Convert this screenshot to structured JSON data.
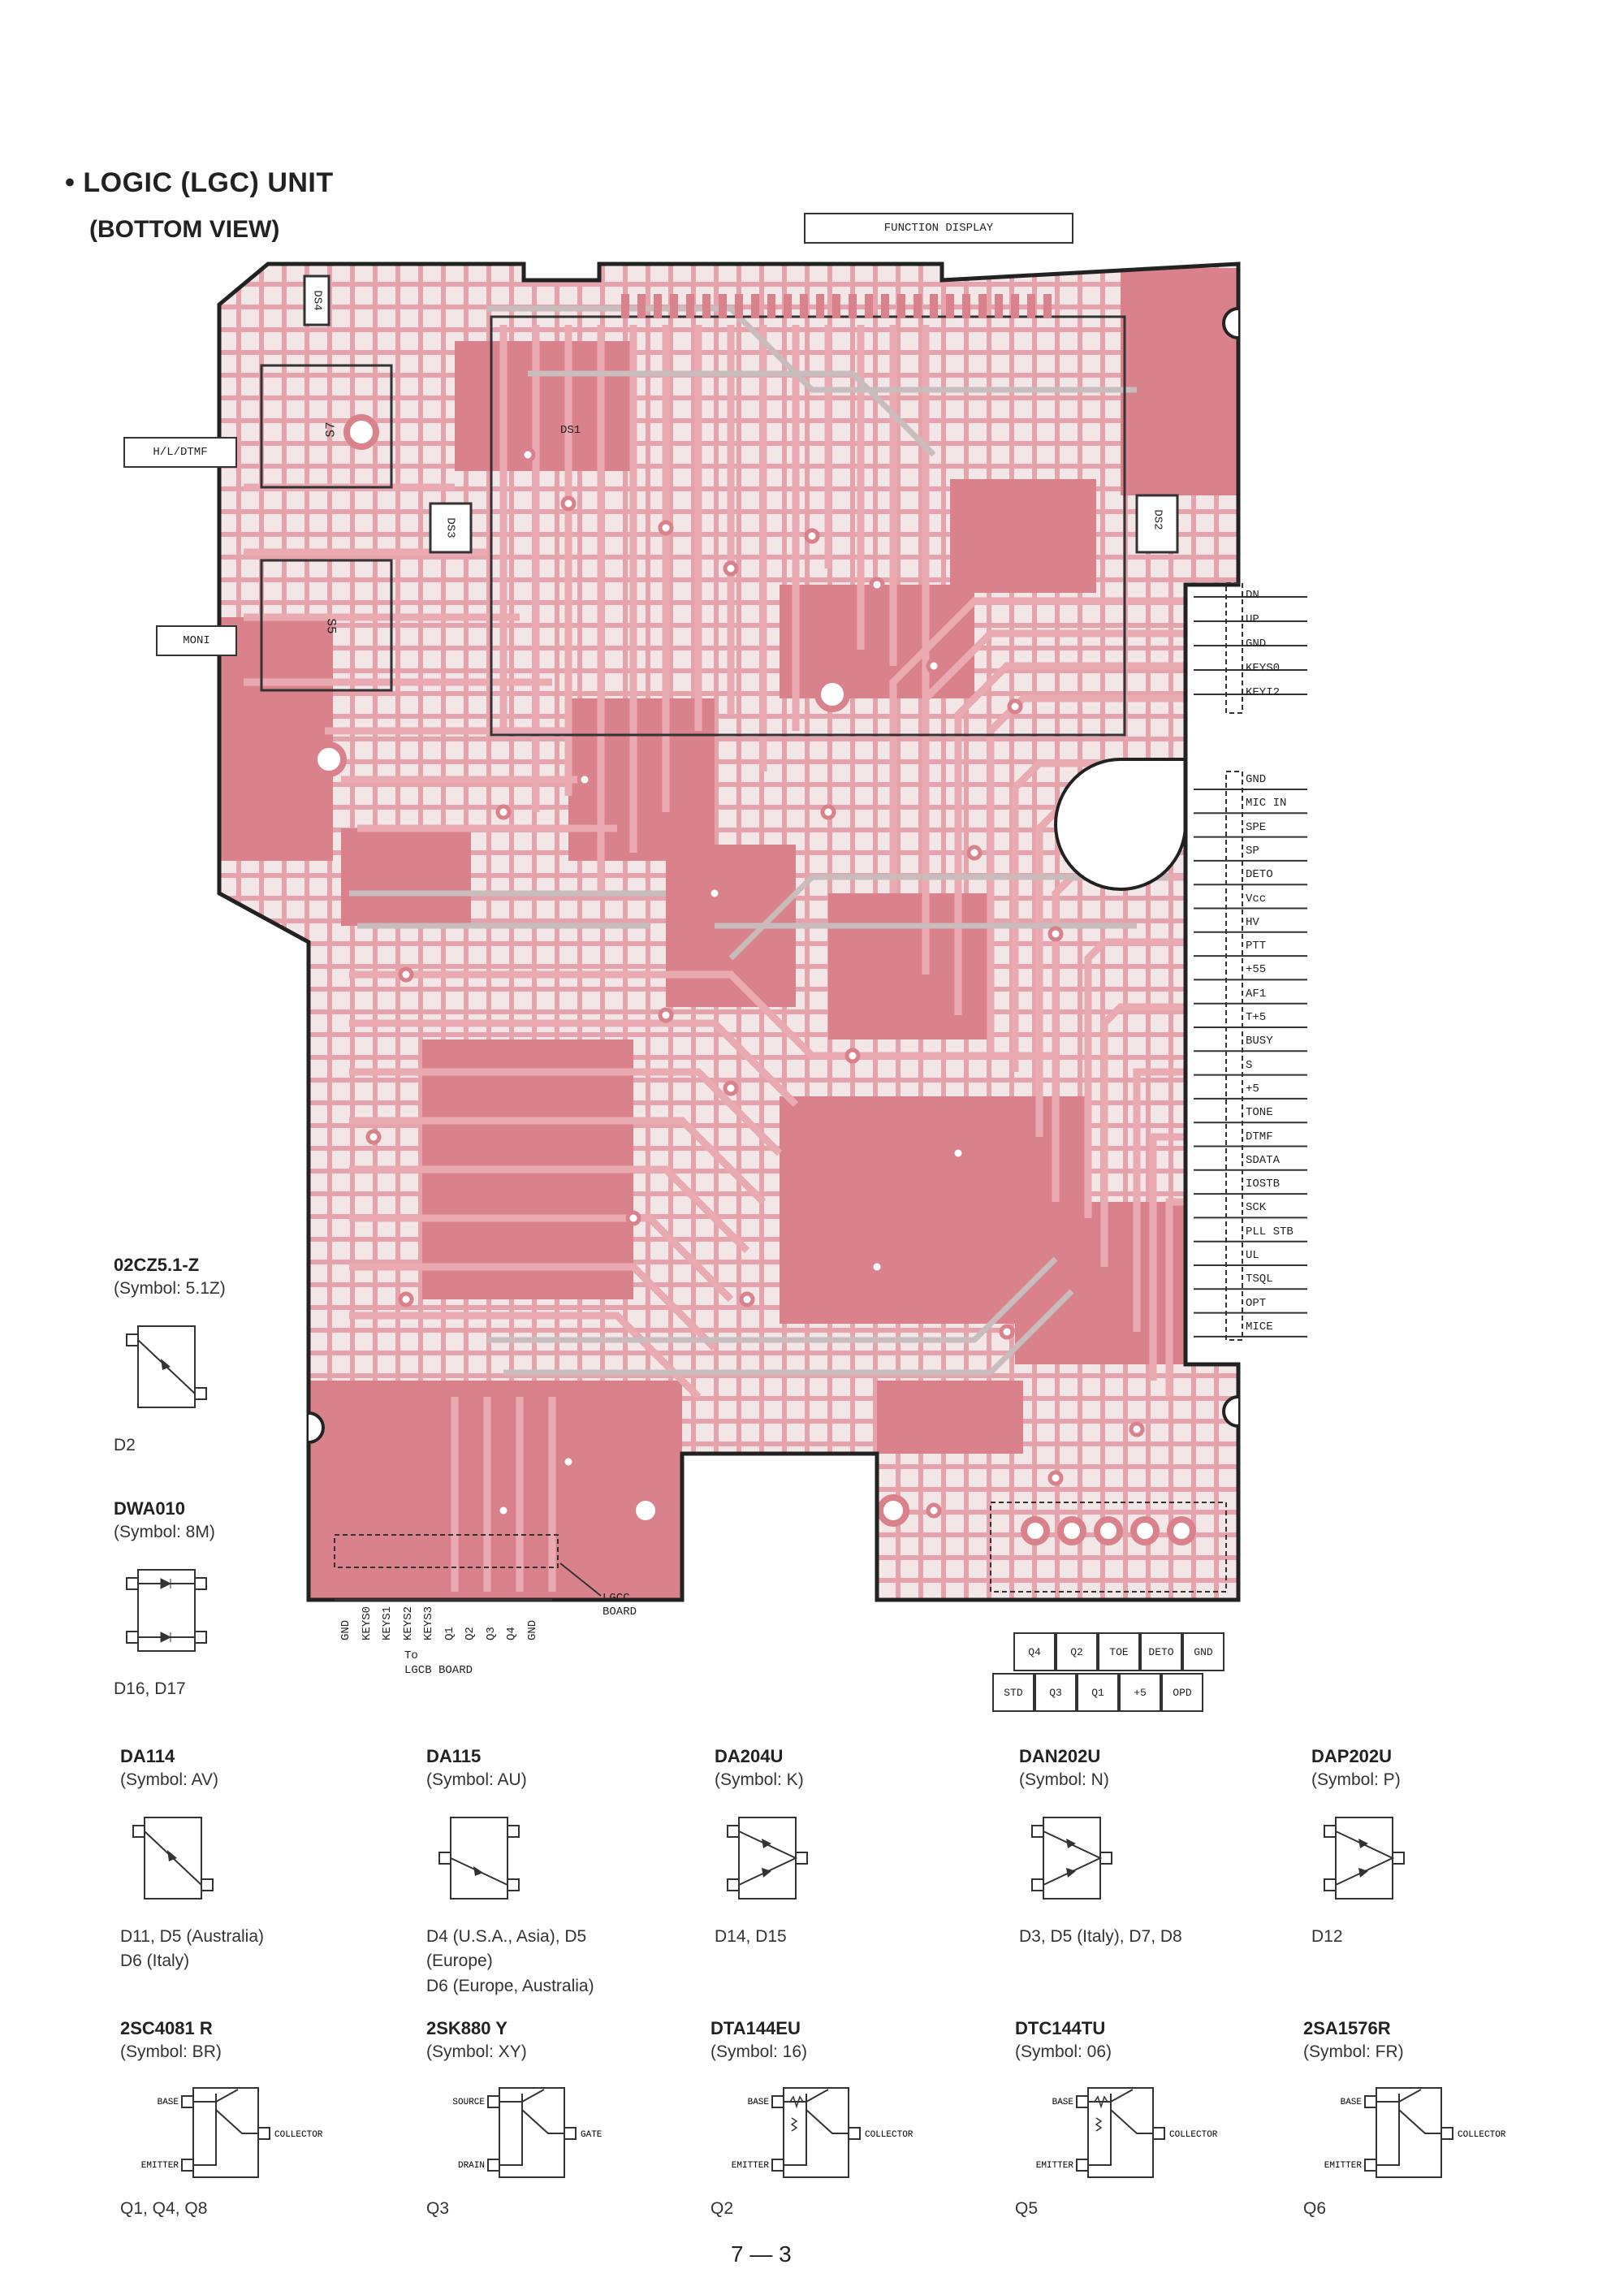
{
  "header": {
    "title": "• LOGIC (LGC) UNIT",
    "subtitle": "(BOTTOM VIEW)"
  },
  "board": {
    "labels": {
      "function_display": "FUNCTION DISPLAY",
      "hl_dtmf": "H/L/DTMF",
      "moni": "MONI",
      "ds1": "DS1",
      "ds2": "DS2",
      "ds3": "DS3",
      "ds4": "DS4",
      "s5": "S5",
      "s7": "S7",
      "lgcc_board": "LGCC\nBOARD",
      "to_lgcb": "To\nLGCB BOARD"
    },
    "right_pins_top": [
      "DN",
      "UP",
      "GND",
      "KEYS0",
      "KEYI2"
    ],
    "right_pins_main": [
      "GND",
      "MIC IN",
      "SPE",
      "SP",
      "DETO",
      "Vcc",
      "HV",
      "PTT",
      "+55",
      "AF1",
      "T+5",
      "BUSY",
      "S",
      "+5",
      "TONE",
      "DTMF",
      "SDATA",
      "IOSTB",
      "SCK",
      "PLL STB",
      "UL",
      "TSQL",
      "OPT",
      "MICE"
    ],
    "bottom_pins": [
      "GND",
      "KEYS0",
      "KEYS1",
      "KEYS2",
      "KEYS3",
      "Q1",
      "Q2",
      "Q3",
      "Q4",
      "GND"
    ],
    "connector_top_row": [
      "Q4",
      "Q2",
      "TOE",
      "DETO",
      "GND"
    ],
    "connector_bottom_row": [
      "STD",
      "Q3",
      "Q1",
      "+5",
      "OPD"
    ],
    "colors": {
      "copper": "#d9828b",
      "trace": "#e9aab1",
      "silk": "#c8bcbc",
      "outline": "#222222"
    }
  },
  "components": [
    {
      "part": "02CZ5.1-Z",
      "symbol": "(Symbol: 5.1Z)",
      "refs": "D2",
      "kind": "diode-single"
    },
    {
      "part": "DWA010",
      "symbol": "(Symbol: 8M)",
      "refs": "D16, D17",
      "kind": "diode-pair"
    },
    {
      "part": "DA114",
      "symbol": "(Symbol: AV)",
      "refs": "D11, D5 (Australia)\nD6 (Italy)",
      "kind": "diode-single"
    },
    {
      "part": "DA115",
      "symbol": "(Symbol: AU)",
      "refs": "D4 (U.S.A., Asia), D5 (Europe)\nD6 (Europe, Australia)",
      "kind": "diode-single-b"
    },
    {
      "part": "DA204U",
      "symbol": "(Symbol: K)",
      "refs": "D14, D15",
      "kind": "diode-dual"
    },
    {
      "part": "DAN202U",
      "symbol": "(Symbol: N)",
      "refs": "D3, D5 (Italy), D7, D8",
      "kind": "diode-dual"
    },
    {
      "part": "DAP202U",
      "symbol": "(Symbol: P)",
      "refs": "D12",
      "kind": "diode-dual-p"
    },
    {
      "part": "2SC4081  R",
      "symbol": "(Symbol: BR)",
      "refs": "Q1, Q4, Q8",
      "kind": "npn",
      "pins": [
        "BASE",
        "EMITTER",
        "COLLECTOR"
      ]
    },
    {
      "part": "2SK880  Y",
      "symbol": "(Symbol: XY)",
      "refs": "Q3",
      "kind": "fet",
      "pins": [
        "SOURCE",
        "DRAIN",
        "GATE"
      ]
    },
    {
      "part": "DTA144EU",
      "symbol": "(Symbol: 16)",
      "refs": "Q2",
      "kind": "digital",
      "pins": [
        "BASE",
        "EMITTER",
        "COLLECTOR"
      ]
    },
    {
      "part": "DTC144TU",
      "symbol": "(Symbol: 06)",
      "refs": "Q5",
      "kind": "digital",
      "pins": [
        "BASE",
        "EMITTER",
        "COLLECTOR"
      ]
    },
    {
      "part": "2SA1576R",
      "symbol": "(Symbol: FR)",
      "refs": "Q6",
      "kind": "pnp",
      "pins": [
        "BASE",
        "EMITTER",
        "COLLECTOR"
      ]
    }
  ],
  "footer": {
    "page": "7 — 3"
  }
}
